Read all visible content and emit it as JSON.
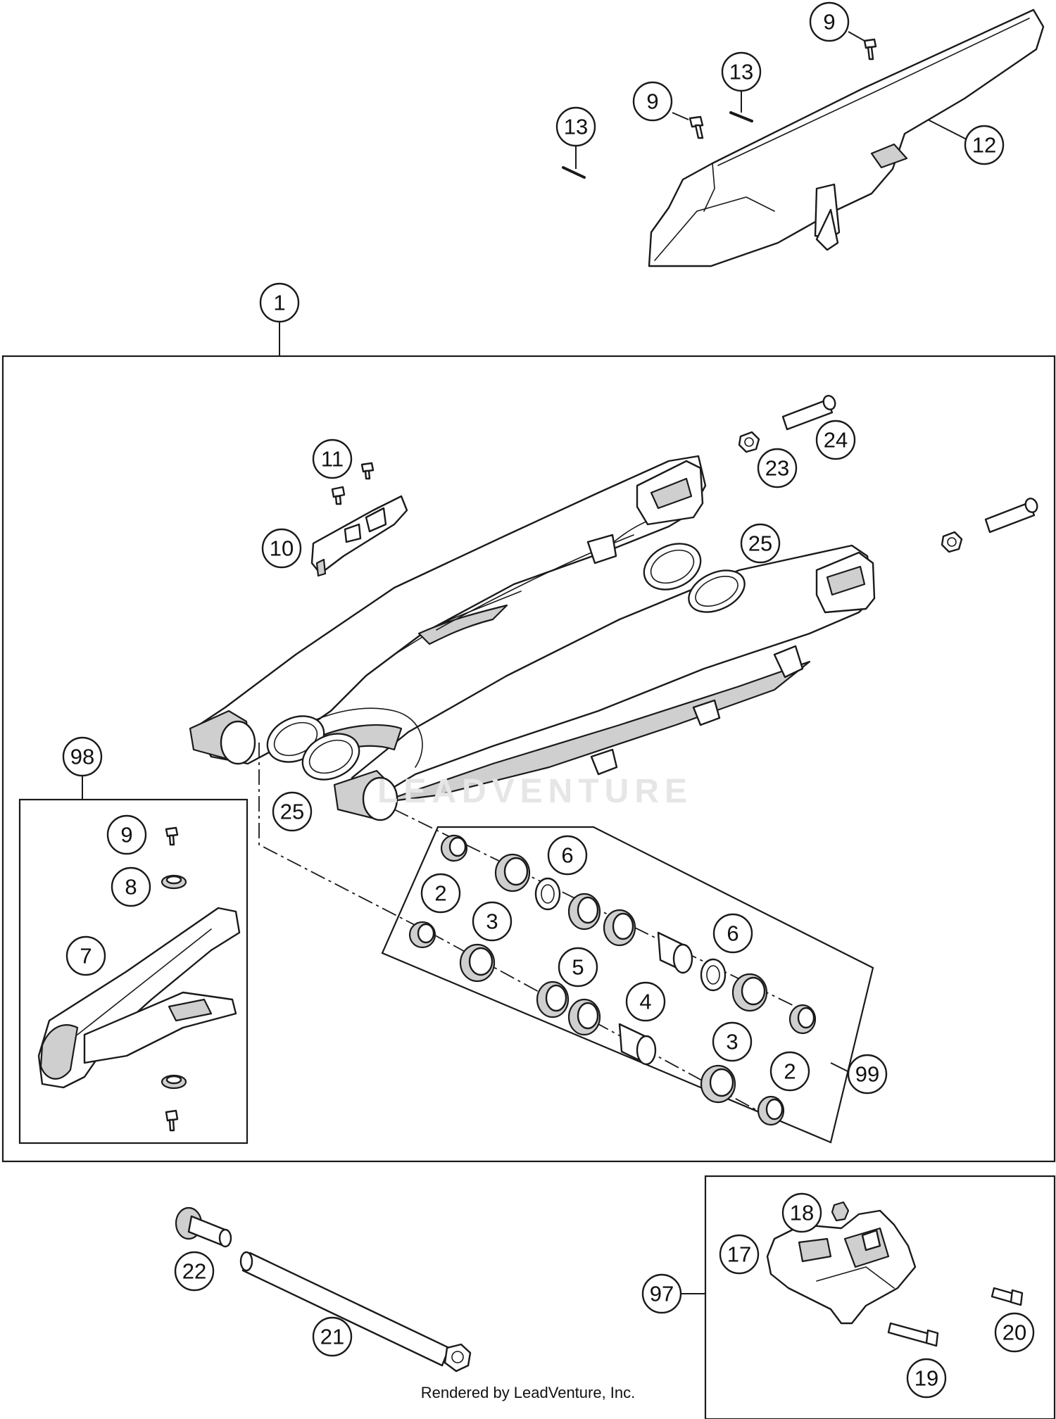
{
  "watermark": "LEADVENTURE",
  "footer": "Rendered by LeadVenture, Inc.",
  "callouts": [
    "9",
    "13",
    "9",
    "13",
    "12",
    "1",
    "11",
    "10",
    "24",
    "23",
    "25",
    "98",
    "9",
    "8",
    "7",
    "25",
    "2",
    "6",
    "3",
    "6",
    "5",
    "4",
    "3",
    "2",
    "99",
    "22",
    "21",
    "18",
    "17",
    "97",
    "20",
    "19"
  ]
}
